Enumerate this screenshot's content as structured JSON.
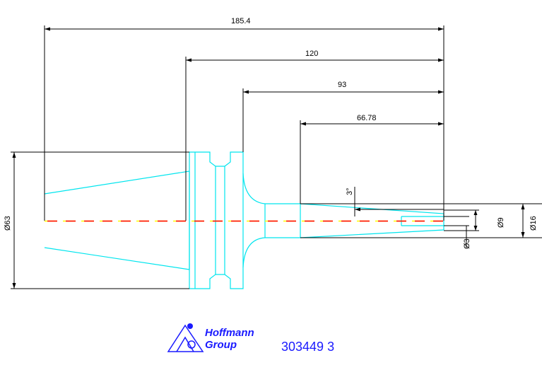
{
  "dimensions": {
    "length_total": "185.4",
    "length_120": "120",
    "length_93": "93",
    "length_66": "66.78",
    "angle": "3°",
    "dia_63": "Ø63",
    "dia_9": "Ø9",
    "dia_16": "Ø16",
    "dia_3": "Ø3"
  },
  "footer": {
    "brand_line1": "Hoffmann",
    "brand_line2": "Group",
    "part_number": "303449 3"
  },
  "colors": {
    "outline": "#00e5ee",
    "dimension": "#000000",
    "centerline_red": "#ff0000",
    "centerline_yellow": "#ffff00",
    "brand": "#1a1aff"
  }
}
